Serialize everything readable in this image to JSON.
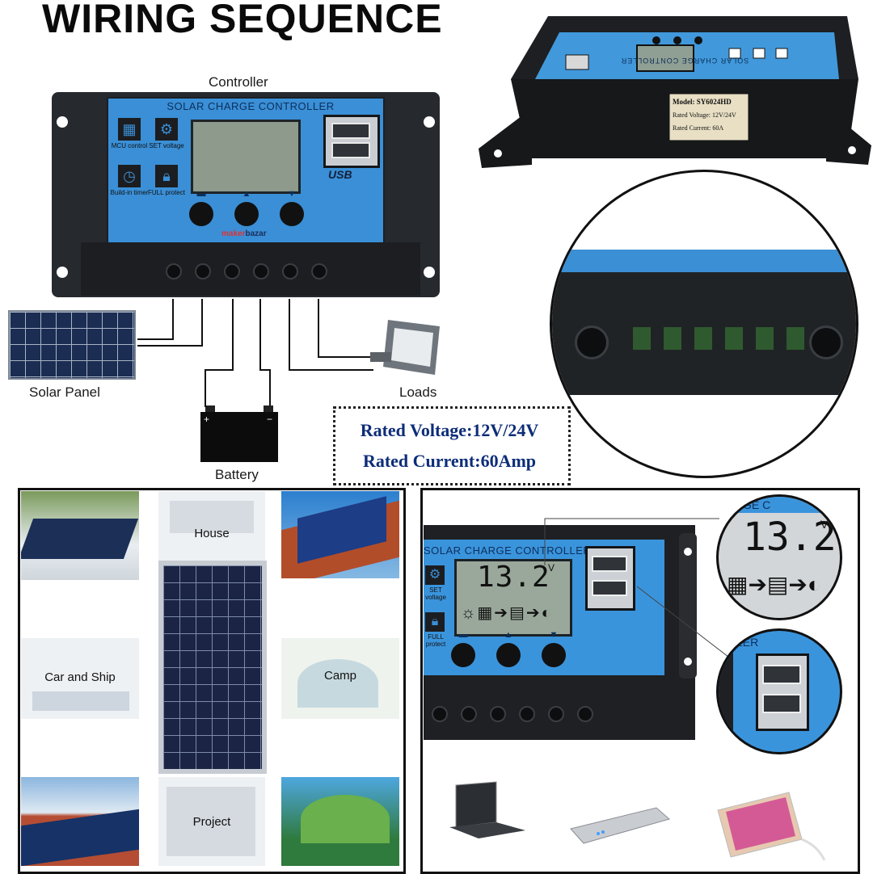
{
  "title": "WIRING SEQUENCE",
  "diagram": {
    "controller_label": "Controller",
    "solar_panel_label": "Solar Panel",
    "battery_label": "Battery",
    "loads_label": "Loads",
    "panel_title": "SOLAR CHARGE CONTROLLER",
    "usb_text": "USB",
    "features": [
      {
        "icon": "chip-icon",
        "caption": "MCU control"
      },
      {
        "icon": "gear-icon",
        "caption": "SET voltage"
      },
      {
        "icon": "clock-icon",
        "caption": "Build-in timer"
      },
      {
        "icon": "lock-icon",
        "caption": "FULL protect"
      }
    ],
    "brand_prefix": "maker",
    "brand_suffix": "bazar"
  },
  "product_side": {
    "model": "Model: SY6024HD",
    "rated_voltage": "Rated Voltage: 12V/24V",
    "rated_current": "Rated Current: 60A",
    "mirrored_title": "SOLAR CHARGE CONTROLLER"
  },
  "specs": {
    "voltage": "Rated Voltage:12V/24V",
    "current": "Rated Current:60Amp"
  },
  "applications": {
    "house": "House",
    "car_ship": "Car and Ship",
    "camp": "Camp",
    "project": "Project"
  },
  "detail": {
    "panel_title": "SOLAR CHARGE CONTROLLER",
    "lcd_reading": "13.2",
    "lcd_unit": "V",
    "zoom_partial_top": "GE C",
    "zoom_partial_usb": "LER",
    "features": [
      {
        "icon": "gear-icon",
        "caption": "SET voltage"
      },
      {
        "icon": "lock-icon",
        "caption": "FULL protect"
      }
    ]
  },
  "colors": {
    "panel_blue": "#3a8fd6",
    "casing": "#26292e",
    "spec_text": "#0d2d78"
  }
}
